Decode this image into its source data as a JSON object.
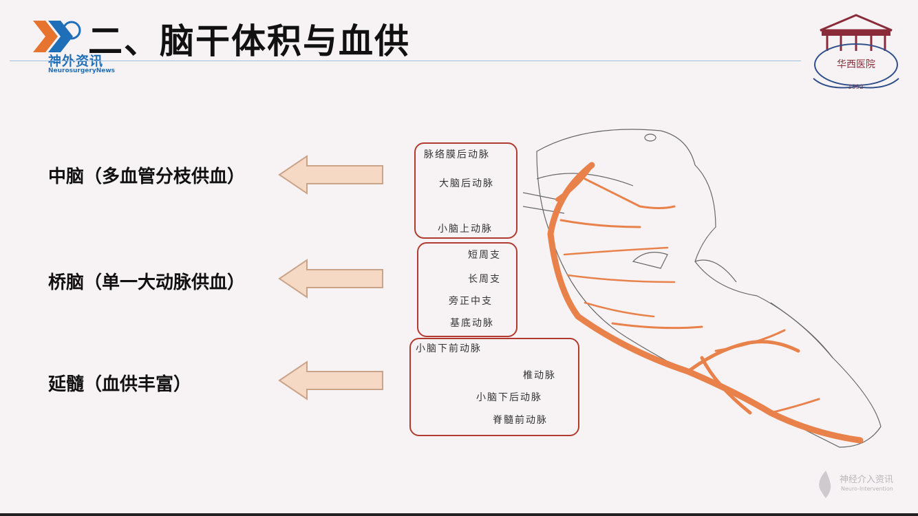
{
  "header": {
    "title": "二、脑干体积与血供",
    "brand_cn": "神外资讯",
    "brand_en": "NeurosurgeryNews",
    "crest_text": "华西医院",
    "crest_year": "1892"
  },
  "rows": [
    {
      "label": "中脑（多血管分枝供血）"
    },
    {
      "label": "桥脑（单一大动脉供血）"
    },
    {
      "label": "延髓（血供丰富）"
    }
  ],
  "groups": [
    {
      "items": [
        "脉络膜后动脉",
        "大脑后动脉",
        "小脑上动脉"
      ]
    },
    {
      "items": [
        "短周支",
        "长周支",
        "旁正中支",
        "基底动脉"
      ]
    },
    {
      "items": [
        "小脑下前动脉",
        "椎动脉",
        "小脑下后动脉",
        "脊髓前动脉"
      ]
    }
  ],
  "watermark": {
    "cn": "神经介入资讯",
    "en": "Neuro-Intervention"
  },
  "colors": {
    "artery": "#e8814a",
    "box_border": "#b03a2e",
    "brand": "#1f6fb8",
    "arrow_fill": "#f6d9c4"
  }
}
